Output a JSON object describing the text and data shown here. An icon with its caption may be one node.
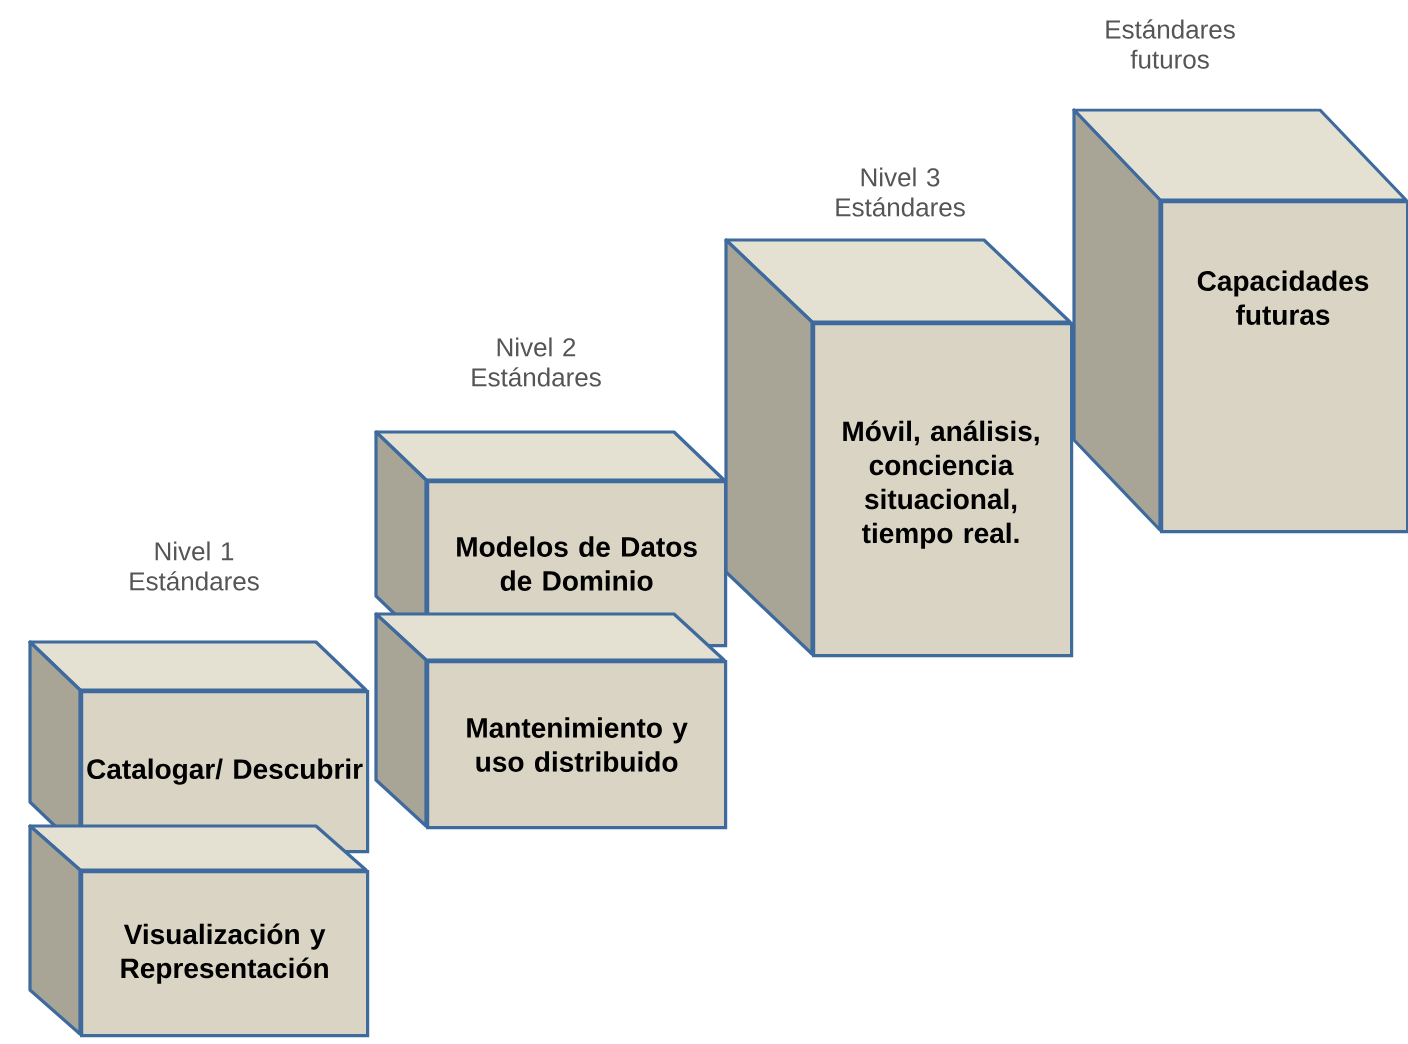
{
  "diagram": {
    "nodes": [
      {
        "text": [
          "Catalogar/ Descubrir"
        ]
      },
      {
        "text": [
          "Visualización y Representación"
        ]
      },
      {
        "text": [
          "Modelos de Datos de Dominio"
        ]
      },
      {
        "text": [
          "Mantenimiento y uso distribuido"
        ]
      },
      {
        "text": [
          "Móvil, análisis, conciencia situacional, tiempo real."
        ]
      },
      {
        "text": [
          "Capacidades futuras"
        ]
      }
    ],
    "labels": [
      "Nivel 1 Estándares",
      "Nivel 2 Estándares",
      "Nivel 3 Estándares",
      "Estándares futuros"
    ]
  }
}
